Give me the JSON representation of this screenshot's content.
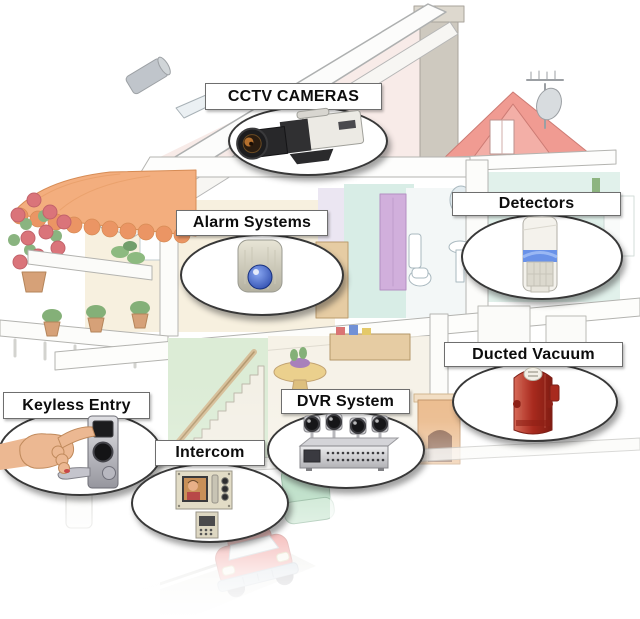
{
  "callouts": [
    {
      "id": "cctv-cameras",
      "label": "CCTV CAMERAS",
      "icon": "cctv-camera-icon"
    },
    {
      "id": "alarm-systems",
      "label": "Alarm Systems",
      "icon": "alarm-siren-icon"
    },
    {
      "id": "detectors",
      "label": "Detectors",
      "icon": "motion-detector-icon"
    },
    {
      "id": "ducted-vacuum",
      "label": "Ducted Vacuum",
      "icon": "ducted-vacuum-icon"
    },
    {
      "id": "keyless-entry",
      "label": "Keyless Entry",
      "icon": "keyless-entry-icon"
    },
    {
      "id": "intercom",
      "label": "Intercom",
      "icon": "intercom-icon"
    },
    {
      "id": "dvr-system",
      "label": "DVR System",
      "icon": "dvr-system-icon"
    }
  ],
  "house": {
    "elements": [
      "gable-roof",
      "roof-chimney-pipe",
      "skylight",
      "brick-chimney",
      "red-dormer-roof",
      "satellite-dish",
      "tv-antenna",
      "orange-awning",
      "balcony-flowers",
      "flower-pots",
      "window",
      "bedroom-wardrobe",
      "shower-door",
      "toilet",
      "sink",
      "staircase",
      "dining-table",
      "toy-box",
      "fireplace",
      "cabinets",
      "armchair",
      "red-car",
      "driveway"
    ]
  },
  "colors": {
    "background": "#ffffff",
    "label_background": "#ffffff",
    "label_border": "#6e6e6e",
    "label_text": "#0d0d0d",
    "ellipse_border": "#383838",
    "awning_orange": "#f2a068",
    "dormer_roof_red": "#ee8a80",
    "flower_red": "#d45c63",
    "wall_teal": "#d2eae2",
    "car_red": "#e8615c",
    "vacuum_red": "#a82a1e",
    "siren_dome_blue": "#2a4ab8",
    "detector_band_blue": "#6a92e8"
  }
}
